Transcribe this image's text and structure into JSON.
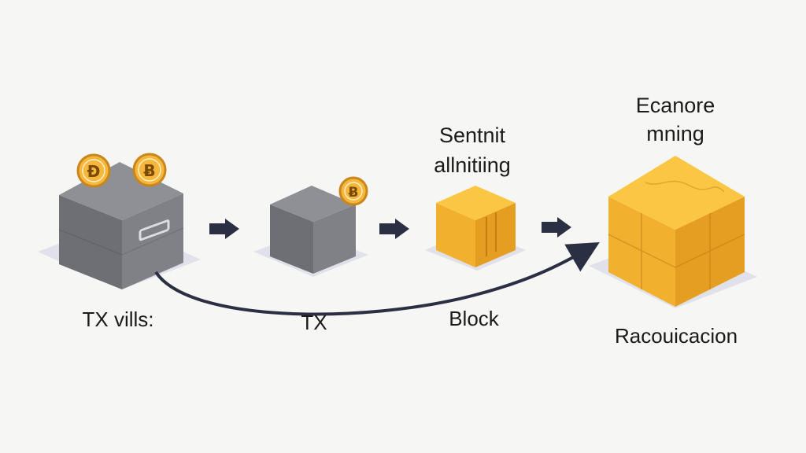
{
  "stages": [
    {
      "id": "tx-vills",
      "caption": "TX vills:",
      "heading": [
        "",
        ""
      ],
      "coin_glyphs": [
        "Ð",
        "Ƀ"
      ]
    },
    {
      "id": "tx",
      "caption": "TX",
      "heading": [
        "",
        ""
      ],
      "coin_glyphs": [
        "Ƀ"
      ]
    },
    {
      "id": "block",
      "caption": "Block",
      "heading": [
        "Sentnit",
        "allnitiing"
      ],
      "coin_glyphs": []
    },
    {
      "id": "racouicacion",
      "caption": "Racouicacion",
      "heading": [
        "Ecanore",
        "mning"
      ],
      "coin_glyphs": []
    }
  ],
  "colors": {
    "gray_top": "#8e9096",
    "gray_left": "#6d6f75",
    "gray_right": "#7f8187",
    "gold_top": "#fbc643",
    "gold_left": "#f2b02f",
    "gold_right": "#e59e22",
    "coin_fill": "#f6b73c",
    "coin_ring": "#c9861c",
    "arrow": "#2b2f44",
    "shadow": "#e0e1ea"
  },
  "icons": [
    "small-arrow-icon",
    "curved-arrow-icon",
    "coin-icon"
  ]
}
